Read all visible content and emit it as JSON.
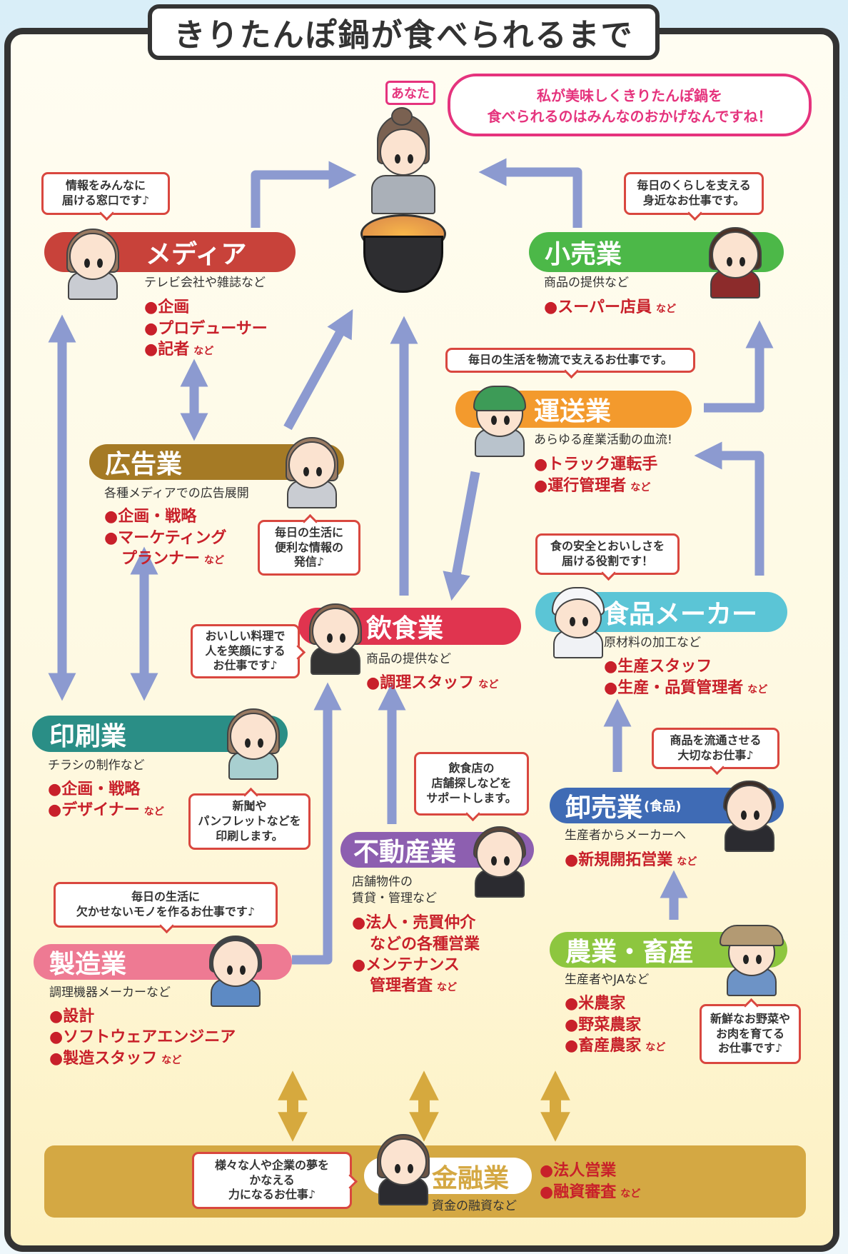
{
  "title": "きりたんぽ鍋が食べられるまで",
  "you": {
    "label": "あなた",
    "speech": [
      "私が美味しくきりたんぽ鍋を",
      "食べられるのはみんなのおかげなんですね！"
    ]
  },
  "colors": {
    "arrow": "#8c9ad0",
    "finance_arrow": "#d6a93e",
    "bubble_border": "#d9473f",
    "item_red": "#c8202a"
  },
  "industries": {
    "media": {
      "name": "メディア",
      "desc": "テレビ会社や雑誌など",
      "items": [
        "●企画",
        "●プロデューサー",
        "●記者"
      ],
      "bubble": [
        "情報をみんなに",
        "届ける窓口です♪"
      ],
      "color": "#c8423a"
    },
    "retail": {
      "name": "小売業",
      "desc": "商品の提供など",
      "items": [
        "●スーパー店員"
      ],
      "bubble": [
        "毎日のくらしを支える",
        "身近なお仕事です。"
      ],
      "color": "#4cb848"
    },
    "transport": {
      "name": "運送業",
      "desc": "あらゆる産業活動の血流!",
      "items": [
        "●トラック運転手",
        "●運行管理者"
      ],
      "bubble": [
        "毎日の生活を物流で支えるお仕事です。"
      ],
      "color": "#f39a2d"
    },
    "advertising": {
      "name": "広告業",
      "desc": "各種メディアでの広告展開",
      "items": [
        "●企画・戦略",
        "●マーケティング",
        "プランナー"
      ],
      "bubble": [
        "毎日の生活に",
        "便利な情報の",
        "発信♪"
      ],
      "color": "#a57a25"
    },
    "food_maker": {
      "name": "食品メーカー",
      "desc": "原材料の加工など",
      "items": [
        "●生産スタッフ",
        "●生産・品質管理者"
      ],
      "bubble": [
        "食の安全とおいしさを",
        "届ける役割です！"
      ],
      "color": "#5bc5d6"
    },
    "restaurant": {
      "name": "飲食業",
      "desc": "商品の提供など",
      "items": [
        "●調理スタッフ"
      ],
      "bubble": [
        "おいしい料理で",
        "人を笑顔にする",
        "お仕事です♪"
      ],
      "color": "#e0344f"
    },
    "printing": {
      "name": "印刷業",
      "desc": "チラシの制作など",
      "items": [
        "●企画・戦略",
        "●デザイナー"
      ],
      "bubble": [
        "新聞や",
        "パンフレットなどを",
        "印刷します。"
      ],
      "color": "#2a8e86"
    },
    "real_estate": {
      "name": "不動産業",
      "desc": [
        "店舗物件の",
        "賃貸・管理など"
      ],
      "items": [
        "●法人・売買仲介",
        "などの各種営業",
        "●メンテナンス",
        "管理者査"
      ],
      "bubble": [
        "飲食店の",
        "店舗探しなどを",
        "サポートします。"
      ],
      "color": "#8d5fb0"
    },
    "wholesale": {
      "name": "卸売業",
      "name_suffix": "(食品)",
      "desc": "生産者からメーカーへ",
      "items": [
        "●新規開拓営業"
      ],
      "bubble": [
        "商品を流通させる",
        "大切なお仕事♪"
      ],
      "color": "#3f6bb5"
    },
    "manufacturing": {
      "name": "製造業",
      "desc": "調理機器メーカーなど",
      "items": [
        "●設計",
        "●ソフトウェアエンジニア",
        "●製造スタッフ"
      ],
      "bubble": [
        "毎日の生活に",
        "欠かせないモノを作るお仕事です♪"
      ],
      "color": "#ee7a93"
    },
    "agriculture": {
      "name": "農業・畜産",
      "desc": "生産者やJAなど",
      "items": [
        "●米農家",
        "●野菜農家",
        "●畜産農家"
      ],
      "bubble": [
        "新鮮なお野菜や",
        "お肉を育てる",
        "お仕事です♪"
      ],
      "color": "#8dc63f"
    },
    "finance": {
      "name": "金融業",
      "desc": "資金の融資など",
      "items": [
        "●法人営業",
        "●融資審査"
      ],
      "bubble": [
        "様々な人や企業の夢を",
        "かなえる",
        "力になるお仕事♪"
      ],
      "color": "#d4a843"
    }
  },
  "etc": "など"
}
